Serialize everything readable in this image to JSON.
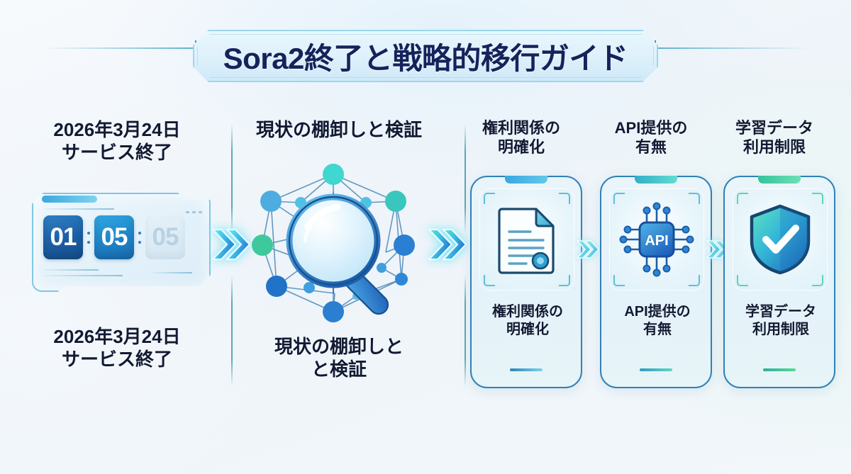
{
  "title": {
    "text": "Sora2終了と戦略的移行ガイド"
  },
  "colors": {
    "title_text": "#15235b",
    "banner_border": "#9fd6ec",
    "divider": "#3f9aa4",
    "card_border": "#2f82b8",
    "accent_blue": "#2f7fc4",
    "accent_cyan": "#3ec8e8",
    "accent_green": "#3fc9a0",
    "heading_text": "#121a33"
  },
  "stages": [
    {
      "id": "countdown",
      "heading": "2026年3月24日\nサービス終了",
      "caption": "2026年3月24日\nサービス終了",
      "icon": "countdown-timer-icon",
      "timer": {
        "segments": [
          "01",
          "05",
          "05"
        ],
        "separator": ":",
        "display": "01:05:05"
      }
    },
    {
      "id": "audit",
      "heading": "現状の棚卸しと検証",
      "caption": "現状の棚卸しと\nと検証",
      "icon": "magnifier-network-icon"
    }
  ],
  "checklist_cards": [
    {
      "id": "rights",
      "heading": "権利関係の\n明確化",
      "label": "権利関係の\n明確化",
      "icon": "document-certificate-icon",
      "accent": "#3aa8e0",
      "bar_gradient": [
        "#2f82b8",
        "#7cd3ea"
      ]
    },
    {
      "id": "api",
      "heading": "API提供の\n有無",
      "label": "API提供の\n有無",
      "icon": "api-chip-icon",
      "icon_text": "API",
      "accent": "#2fb8c9",
      "bar_gradient": [
        "#2f9cc0",
        "#5ed7c2"
      ]
    },
    {
      "id": "training-data",
      "heading": "学習データ\n利用制限",
      "label": "学習データ\n利用制限",
      "icon": "shield-check-icon",
      "accent": "#3fc9a0",
      "bar_gradient": [
        "#2fae9e",
        "#55d98f"
      ]
    }
  ],
  "connectors": [
    {
      "id": "arrow-countdown-to-audit",
      "icon": "double-chevron-right-icon",
      "size": "large"
    },
    {
      "id": "arrow-audit-to-cards",
      "icon": "double-chevron-right-icon",
      "size": "large"
    },
    {
      "id": "arrow-rights-to-api",
      "icon": "double-chevron-right-icon",
      "size": "small"
    },
    {
      "id": "arrow-api-to-data",
      "icon": "double-chevron-right-icon",
      "size": "small"
    }
  ]
}
